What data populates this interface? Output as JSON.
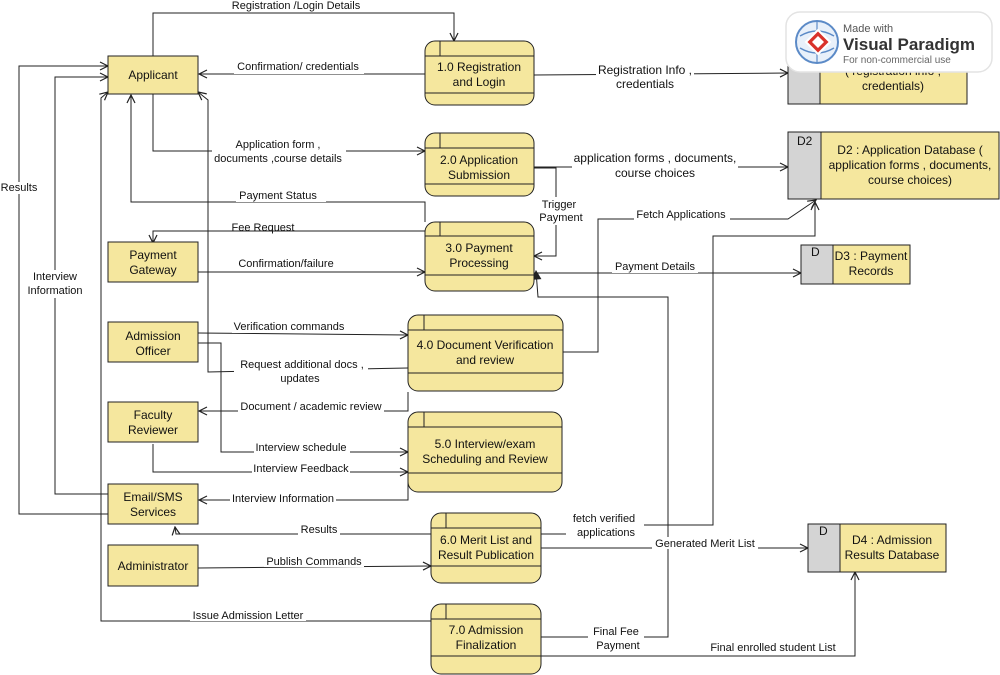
{
  "entities": {
    "applicant": "Applicant",
    "payment_gateway": [
      "Payment",
      "Gateway"
    ],
    "admission_officer": [
      "Admission",
      "Officer"
    ],
    "faculty_reviewer": [
      "Faculty",
      "Reviewer"
    ],
    "email_sms": [
      "Email/SMS",
      "Services"
    ],
    "administrator": "Administrator"
  },
  "processes": {
    "p1": [
      "1.0 Registration",
      "and Login"
    ],
    "p2": [
      "2.0 Application",
      "Submission"
    ],
    "p3": [
      "3.0 Payment",
      "Processing"
    ],
    "p4": [
      "4.0 Document Verification",
      "and review"
    ],
    "p5": [
      "5.0 Interview/exam",
      "Scheduling and Review"
    ],
    "p6": [
      "6.0 Merit List and",
      "Result Publication"
    ],
    "p7": [
      "7.0 Admission",
      "Finalization"
    ]
  },
  "stores": {
    "d1": [
      "( registration info ,",
      "credentials)"
    ],
    "d2": {
      "tag": "D2",
      "lines": [
        "D2 : Application Database (",
        "application forms , documents,",
        "course choices)"
      ]
    },
    "d3": {
      "tag": "D",
      "lines": [
        "D3 : Payment",
        "Records"
      ]
    },
    "d4": {
      "tag": "D",
      "lines": [
        "D4 : Admission",
        "Results Database"
      ]
    }
  },
  "flows": {
    "reg_login": "Registration /Login Details",
    "confirm_creds": "Confirmation/ credentials",
    "reg_info": [
      "Registration Info ,",
      "credentials"
    ],
    "app_form": [
      "Application form ,",
      "documents ,course details"
    ],
    "app_forms_store": [
      "application forms , documents,",
      "course choices"
    ],
    "trigger_payment": [
      "Trigger",
      "Payment"
    ],
    "payment_status": "Payment Status",
    "fetch_apps": "Fetch Applications",
    "fee_request": "Fee Request",
    "confirm_failure": "Confirmation/failure",
    "payment_details": "Payment Details",
    "verif_cmds": "Verification commands",
    "req_docs": [
      "Request additional docs ,",
      "updates"
    ],
    "doc_review": "Document / academic review",
    "interview_schedule": "Interview schedule",
    "interview_feedback": "Interview Feedback",
    "interview_info": "Interview Information",
    "results": "Results",
    "fetch_verified": [
      "fetch verified",
      "applications"
    ],
    "generated_merit": "Generated Merit List",
    "publish_cmds": "Publish Commands",
    "issue_letter": "Issue Admission Letter",
    "final_fee": [
      "Final Fee",
      "Payment"
    ],
    "final_enrolled": "Final enrolled student List",
    "results_left": "Results",
    "interview_info_left": [
      "Interview",
      "Information"
    ]
  },
  "watermark": {
    "made_with": "Made with",
    "brand": "Visual Paradigm",
    "note": "For non-commercial use"
  }
}
